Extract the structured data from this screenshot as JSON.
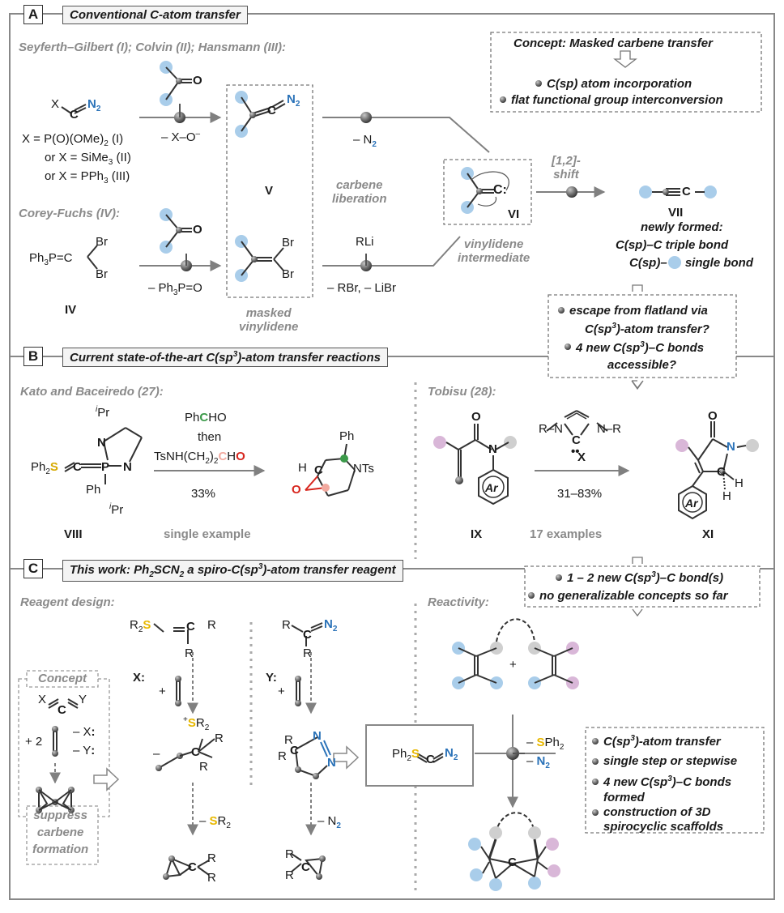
{
  "panelA": {
    "label": "A",
    "header": "Conventional C-atom transfer",
    "methods_top": "Seyferth–Gilbert (I); Colvin (II); Hansmann (III):",
    "reagent_x": "X",
    "reagent_n2": "N",
    "reagent_n2_sub": "2",
    "x_def1": "X = P(O)(OMe)",
    "x_def1_sub": "2",
    "x_def1_end": " (I)",
    "x_def2": "or X = SiMe",
    "x_def2_sub": "3",
    "x_def2_end": " (II)",
    "x_def3": "or X = PPh",
    "x_def3_sub": "3",
    "x_def3_end": " (III)",
    "byproduct1": "– X–O",
    "byproduct1_sup": "–",
    "intermediate_V": "V",
    "n2_loss": "– N",
    "carbene_liberation": "carbene\nliberation",
    "methods_bottom": "Corey-Fuchs (IV):",
    "ph3p": "Ph",
    "ph3p_sub": "3",
    "ph3p_end": "P=C",
    "br": "Br",
    "compound_IV": "IV",
    "byproduct2": "– Ph",
    "byproduct2_sub": "3",
    "byproduct2_end": "P=O",
    "masked_vinylidene": "masked\nvinylidene",
    "rli": "RLi",
    "byproduct3": "– RBr, – LiBr",
    "vinylidene_intermediate": "vinylidene\nintermediate",
    "intermediate_VI": "VI",
    "shift": "[1,2]-\nshift",
    "product_VII": "VII",
    "newly_formed": "newly formed:",
    "bond1": "C(sp)–C triple bond",
    "bond2": "C(sp)–",
    "bond2_end": " single bond",
    "concept_title": "Concept: Masked carbene transfer",
    "concept_b1": "C(sp) atom incorporation",
    "concept_b2": "flat functional group interconversion",
    "escape_b1": "escape from flatland via",
    "escape_b1b": "C(sp",
    "escape_b1b_sup": "3",
    "escape_b1b_end": ")-atom transfer?",
    "escape_b2": "4 new C(sp",
    "escape_b2_sup": "3",
    "escape_b2_end": ")–C bonds",
    "escape_b2b": "accessible?"
  },
  "panelB": {
    "label": "B",
    "header": "Current state-of-the-art C(sp",
    "header_sup": "3",
    "header_end": ")-atom transfer reactions",
    "kato": "Kato and Baceiredo (27):",
    "reagent1": "PhCHO",
    "then": "then",
    "reagent2": "TsNH(CH",
    "reagent2_sub": "2",
    "reagent2_end": ")",
    "reagent2_sub2": "2",
    "reagent2_cho": "CHO",
    "yield1": "33%",
    "compound_VIII": "VIII",
    "single_example": "single example",
    "ipr": "Pr",
    "ph2s": "Ph",
    "ph": "Ph",
    "nts": "NTs",
    "tobisu": "Tobisu (28):",
    "ar": "Ar",
    "compound_X": "X",
    "yield2": "31–83%",
    "compound_IX": "IX",
    "examples": "17 examples",
    "compound_XI": "XI",
    "sum_b1": "1 – 2 new C(sp",
    "sum_b1_sup": "3",
    "sum_b1_end": ")–C bond(s)",
    "sum_b2": "no generalizable concepts so far"
  },
  "panelC": {
    "label": "C",
    "header": "This work: Ph",
    "header_sub": "2",
    "header_mid": "SCN",
    "header_sub2": "2",
    "header_sup_pre": " a spiro-C(sp",
    "header_sup": "3",
    "header_end": ")-atom transfer reagent",
    "reagent_design": "Reagent design:",
    "concept": "Concept",
    "plus2": "+ 2",
    "minus_x": "– X",
    "minus_y": "– Y",
    "suppress": "suppress\ncarbene\nformation",
    "x_label": "X:",
    "y_label": "Y:",
    "minus_sr2": "– ",
    "minus_sr2_s": "S",
    "minus_sr2_end": "R",
    "minus_n2": "– N",
    "reagent_ph2": "Ph",
    "reactivity": "Reactivity:",
    "minus_sph2": "– ",
    "minus_sph2_end": "Ph",
    "out_b1": "C(sp",
    "out_b1_sup": "3",
    "out_b1_end": ")-atom transfer",
    "out_b2": "single step or stepwise",
    "out_b3": "4 new C(sp",
    "out_b3_sup": "3",
    "out_b3_end": ")–C bonds",
    "out_b3b": "formed",
    "out_b4": "construction of 3D",
    "out_b4b": "spirocyclic scaffolds"
  },
  "colors": {
    "blue": "#a9cdea",
    "pink": "#d9b7d8",
    "gray": "#cfcfcf",
    "n2": "#2a72b8",
    "sulfur": "#e8b800",
    "red": "#d7261e",
    "green": "#3c9a4a",
    "salmon": "#f2aaa0"
  }
}
